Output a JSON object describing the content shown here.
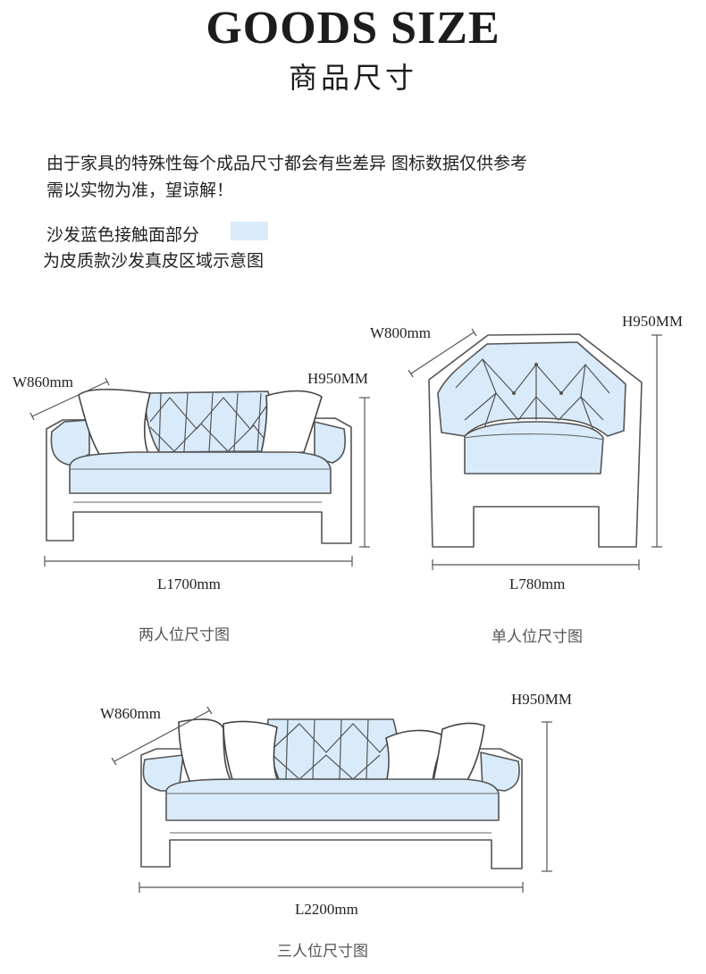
{
  "header": {
    "title_en": "GOODS SIZE",
    "title_cn": "商品尺寸"
  },
  "notes": {
    "line1": "由于家具的特殊性每个成品尺寸都会有些差异   图标数据仅供参考",
    "line2": "需以实物为准，望谅解！"
  },
  "legend": {
    "blue_label": "沙发蓝色接触面部分",
    "leather_label": "为皮质款沙发真皮区域示意图",
    "swatch_color": "#d9ebfa"
  },
  "sofas": {
    "two_seat": {
      "width": "W860mm",
      "height": "H950MM",
      "length": "L1700mm",
      "caption": "两人位尺寸图"
    },
    "one_seat": {
      "width": "W800mm",
      "height": "H950MM",
      "length": "L780mm",
      "caption": "单人位尺寸图"
    },
    "three_seat": {
      "width": "W860mm",
      "height": "H950MM",
      "length": "L2200mm",
      "caption": "三人位尺寸图"
    }
  }
}
